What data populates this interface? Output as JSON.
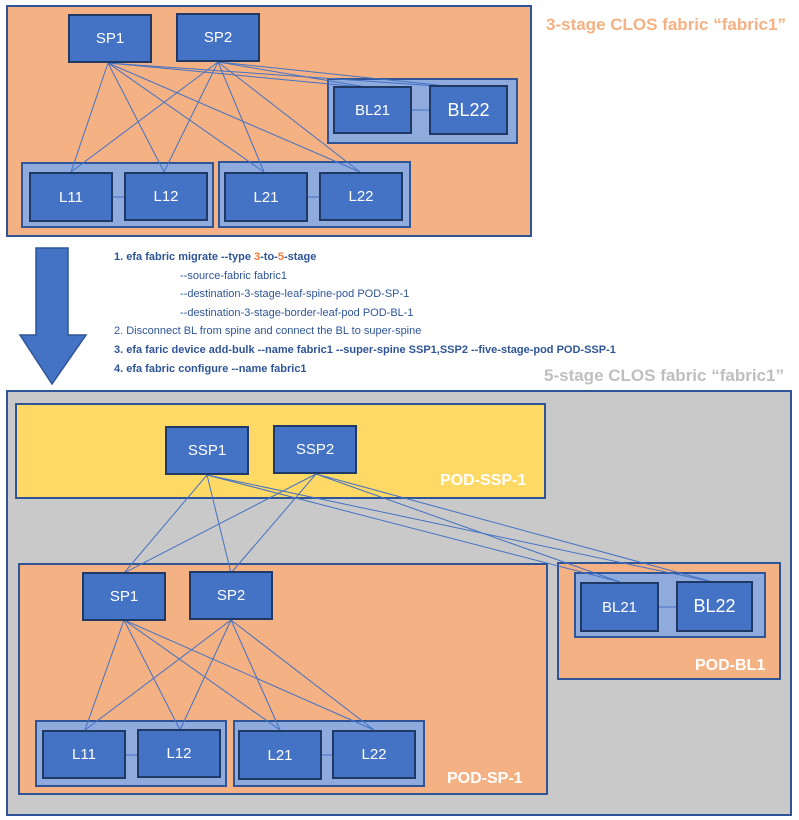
{
  "diagram": {
    "colors": {
      "fabric_bg": "#f4b183",
      "fabric2_bg": "#c9c9c9",
      "pod_ssp_bg": "#ffd966",
      "node_fill": "#4472c4",
      "group_fill": "#8faadc",
      "border": "#2f5597",
      "link": "#4472c4",
      "title_orange": "#f4b183",
      "title_gray": "#bfbfbf",
      "arrow": "#4472c4"
    },
    "top_fabric": {
      "title": "3-stage CLOS fabric “fabric1”",
      "nodes": {
        "sp1": "SP1",
        "sp2": "SP2",
        "bl21": "BL21",
        "bl22": "BL22",
        "l11": "L11",
        "l12": "L12",
        "l21": "L21",
        "l22": "L22"
      }
    },
    "steps": {
      "s1_num": "1.",
      "s1_cmd": "efa fabric migrate --type ",
      "s1_from": "3",
      "s1_to_word": "-to-",
      "s1_to": "5",
      "s1_tail": "-stage",
      "s1_opt1": "--source-fabric fabric1",
      "s1_opt2": "--destination-3-stage-leaf-spine-pod  POD-SP-1",
      "s1_opt3": "--destination-3-stage-border-leaf-pod  POD-BL-1",
      "s2": "2. Disconnect BL from spine and connect the BL to super-spine",
      "s3": "3. efa faric device add-bulk --name fabric1  --super-spine SSP1,SSP2 --five-stage-pod POD-SSP-1",
      "s4": "4. efa fabric configure  --name fabric1"
    },
    "bottom_fabric": {
      "title": "5-stage CLOS fabric “fabric1”",
      "pod_ssp": {
        "label": "POD-SSP-1",
        "ssp1": "SSP1",
        "ssp2": "SSP2"
      },
      "pod_sp": {
        "label": "POD-SP-1",
        "sp1": "SP1",
        "sp2": "SP2",
        "l11": "L11",
        "l12": "L12",
        "l21": "L21",
        "l22": "L22"
      },
      "pod_bl": {
        "label": "POD-BL1",
        "bl21": "BL21",
        "bl22": "BL22"
      }
    }
  }
}
